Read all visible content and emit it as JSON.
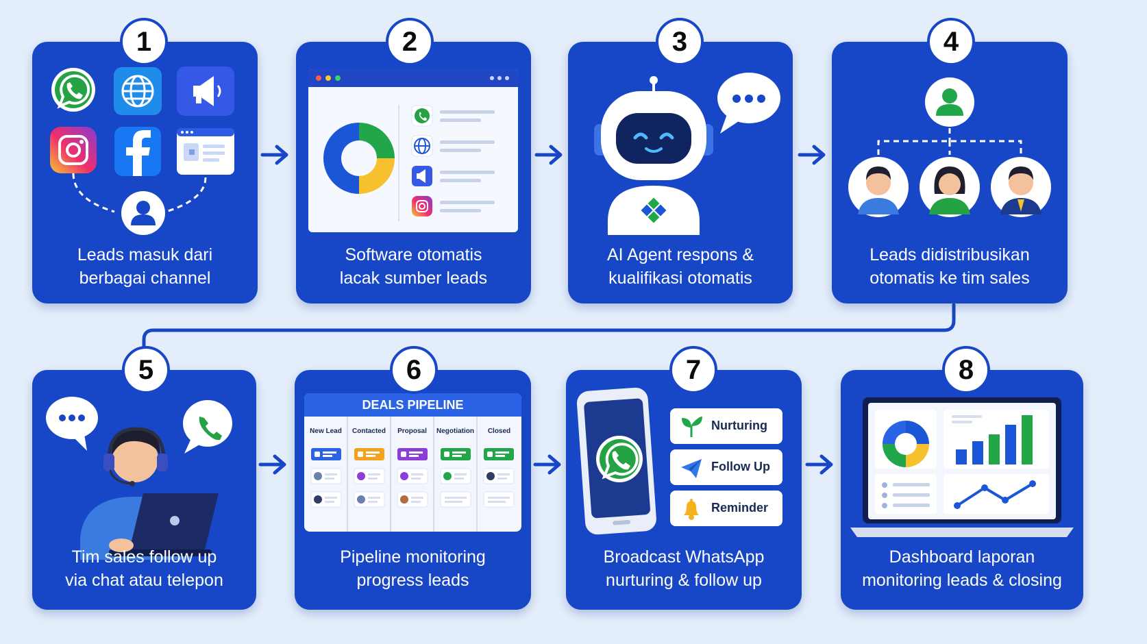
{
  "steps": [
    {
      "number": "1",
      "line1": "Leads masuk dari",
      "line2": "berbagai channel"
    },
    {
      "number": "2",
      "line1": "Software otomatis",
      "line2": "lacak sumber leads"
    },
    {
      "number": "3",
      "line1": "AI Agent respons &",
      "line2": "kualifikasi otomatis"
    },
    {
      "number": "4",
      "line1": "Leads didistribusikan",
      "line2": "otomatis ke tim sales"
    },
    {
      "number": "5",
      "line1": "Tim sales follow up",
      "line2": "via chat atau telepon"
    },
    {
      "number": "6",
      "line1": "Pipeline monitoring",
      "line2": "progress leads"
    },
    {
      "number": "7",
      "line1": "Broadcast WhatsApp",
      "line2": "nurturing & follow up"
    },
    {
      "number": "8",
      "line1": "Dashboard laporan",
      "line2": "monitoring leads & closing"
    }
  ],
  "pipeline": {
    "title": "DEALS PIPELINE",
    "columns": [
      "New Lead",
      "Contacted",
      "Proposal",
      "Negotiation",
      "Closed"
    ]
  },
  "broadcast": {
    "items": [
      "Nurturing",
      "Follow Up",
      "Reminder"
    ]
  },
  "icons": {
    "channels": [
      "whatsapp-icon",
      "globe-icon",
      "megaphone-icon",
      "instagram-icon",
      "facebook-icon",
      "web-form-icon"
    ],
    "robot": "robot-icon",
    "person": "person-icon"
  },
  "colors": {
    "card": "#1747c7",
    "background": "#e4eefb",
    "whatsapp": "#25a244",
    "connector": "#1747c7"
  }
}
